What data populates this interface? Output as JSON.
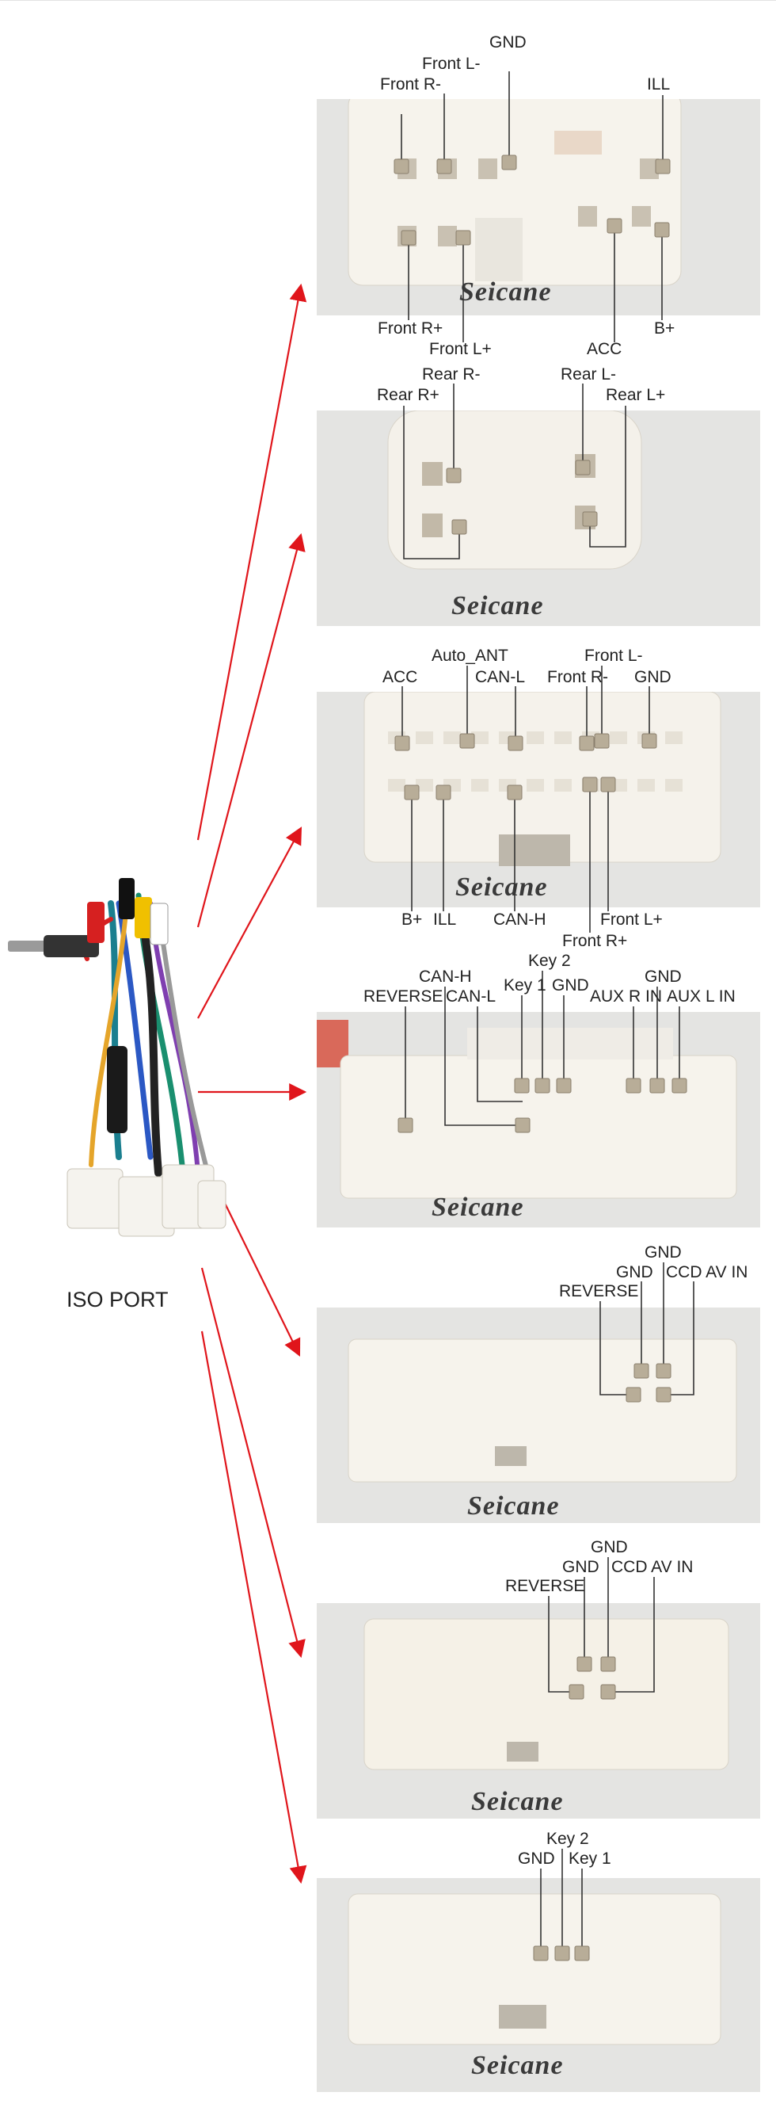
{
  "brand": "Seicane",
  "harness_label": "ISO PORT",
  "colors": {
    "arrow": "#e0151b",
    "leader": "#333333",
    "connector_body": "#f3f0e8"
  },
  "panels": [
    {
      "id": "panel-1",
      "labels": [
        "GND",
        "Front L-",
        "Front R-",
        "ILL",
        "Front R+",
        "Front L+",
        "ACC",
        "B+"
      ]
    },
    {
      "id": "panel-2",
      "labels": [
        "Rear R-",
        "Rear L-",
        "Rear R+",
        "Rear L+"
      ]
    },
    {
      "id": "panel-3",
      "labels": [
        "Auto_ANT",
        "Front L-",
        "ACC",
        "CAN-L",
        "Front R-",
        "GND",
        "B+",
        "ILL",
        "CAN-H",
        "Front L+",
        "Front R+"
      ]
    },
    {
      "id": "panel-4",
      "labels": [
        "Key 2",
        "CAN-H",
        "GND",
        "REVERSE",
        "CAN-L",
        "Key 1",
        "GND",
        "AUX R IN",
        "AUX L IN"
      ]
    },
    {
      "id": "panel-5",
      "labels": [
        "GND",
        "GND",
        "CCD AV IN",
        "REVERSE"
      ]
    },
    {
      "id": "panel-6",
      "labels": [
        "GND",
        "GND",
        "CCD AV IN",
        "REVERSE"
      ]
    },
    {
      "id": "panel-7",
      "labels": [
        "Key 2",
        "GND",
        "Key 1"
      ]
    }
  ]
}
